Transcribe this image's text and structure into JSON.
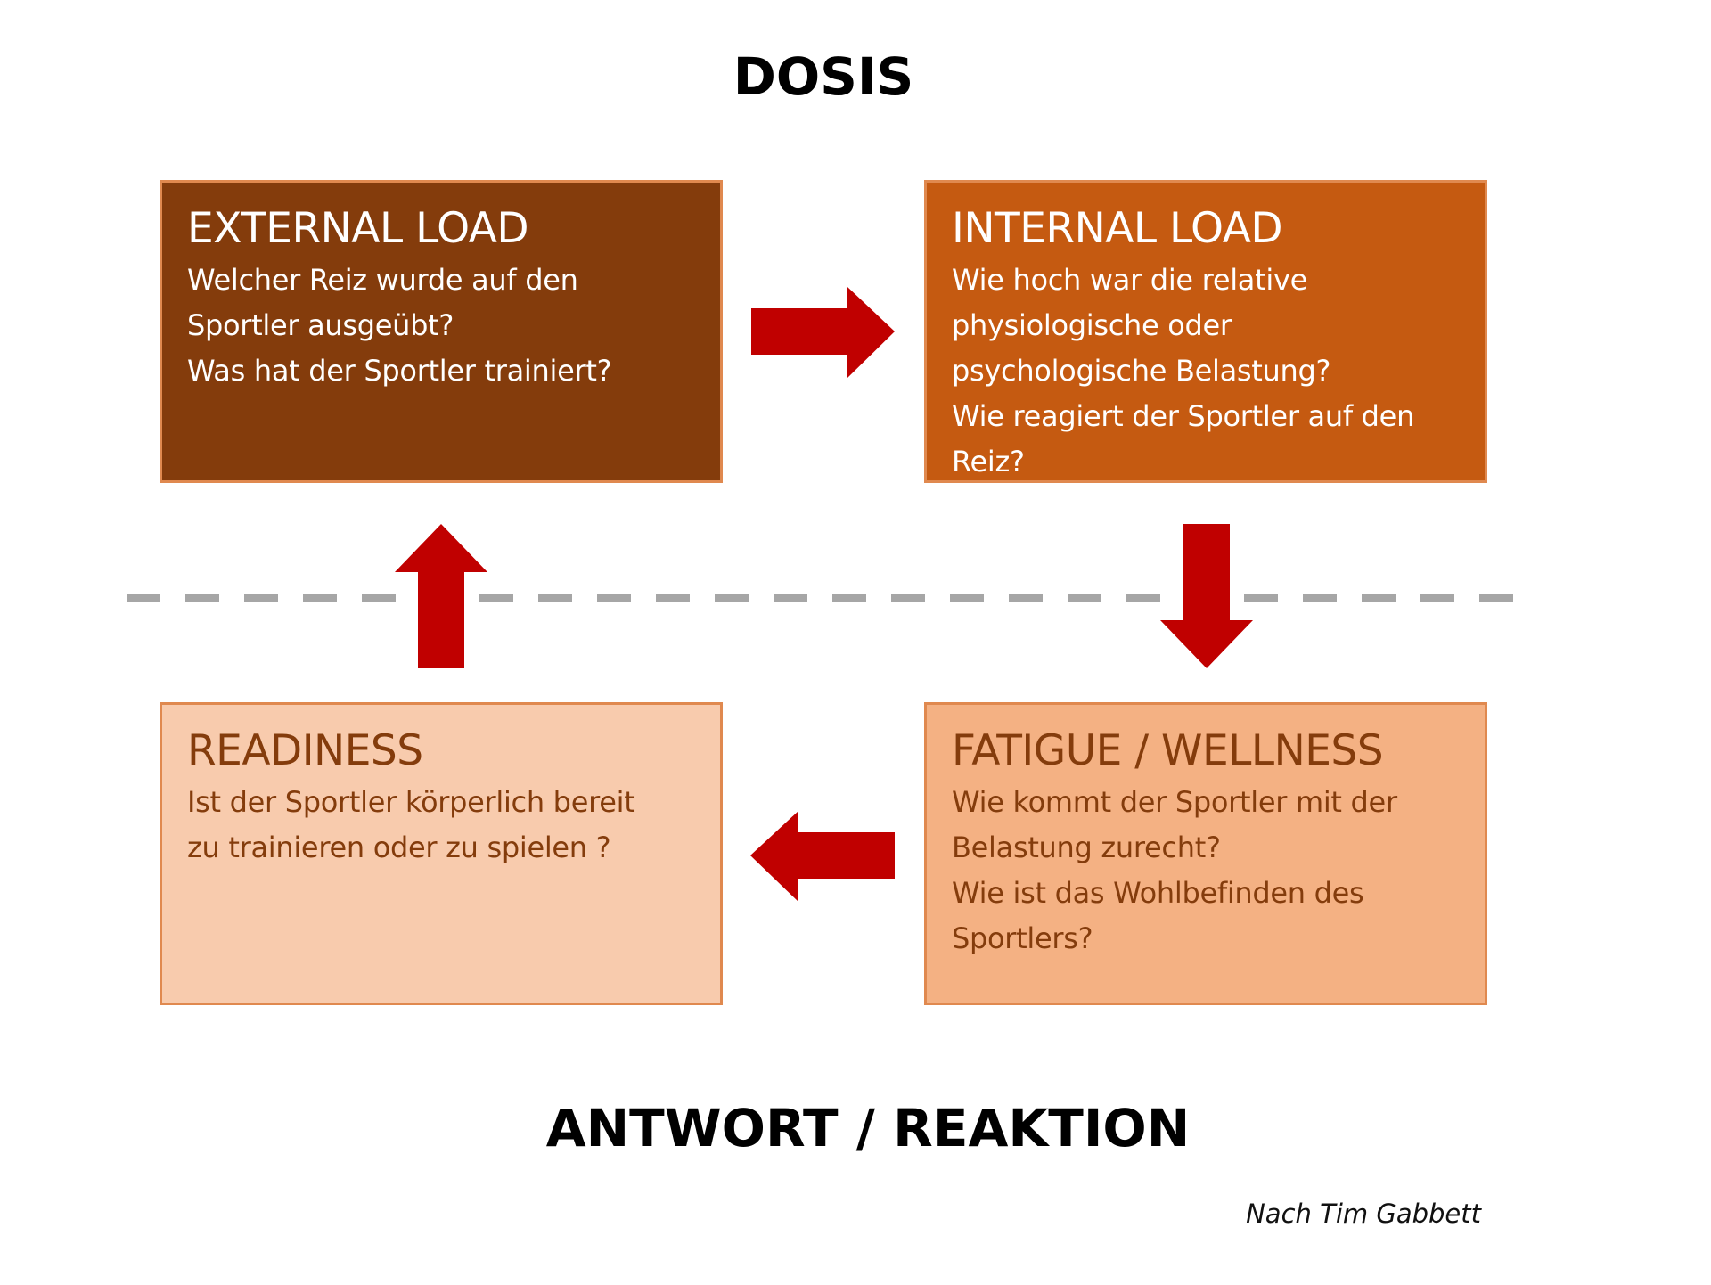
{
  "headings": {
    "top": "DOSIS",
    "bottom": "ANTWORT / REAKTION"
  },
  "boxes": {
    "external": {
      "title": "EXTERNAL LOAD",
      "lines": [
        "Welcher Reiz wurde auf den",
        "Sportler ausgeübt?",
        "Was hat der Sportler trainiert?"
      ]
    },
    "internal": {
      "title": "INTERNAL LOAD",
      "lines": [
        "Wie hoch war die relative",
        "physiologische oder",
        "psychologische Belastung?",
        "Wie reagiert der Sportler auf den",
        "Reiz?"
      ]
    },
    "readiness": {
      "title": "READINESS",
      "lines": [
        "Ist der Sportler körperlich bereit",
        "zu trainieren oder zu spielen ?"
      ]
    },
    "fatigue": {
      "title": "FATIGUE / WELLNESS",
      "lines": [
        "Wie kommt der Sportler mit der",
        "Belastung zurecht?",
        "Wie ist das Wohlbefinden des",
        "Sportlers?"
      ]
    }
  },
  "credit": "Nach Tim Gabbett",
  "colors": {
    "external_fill": "#843c0c",
    "internal_fill": "#c55a11",
    "readiness_fill": "#f8cbad",
    "fatigue_fill": "#f4b183",
    "box_border": "#e0894f",
    "dark_text": "#ffffff",
    "light_text": "#843c0c",
    "arrow": "#c00000",
    "divider": "#a6a6a6"
  }
}
